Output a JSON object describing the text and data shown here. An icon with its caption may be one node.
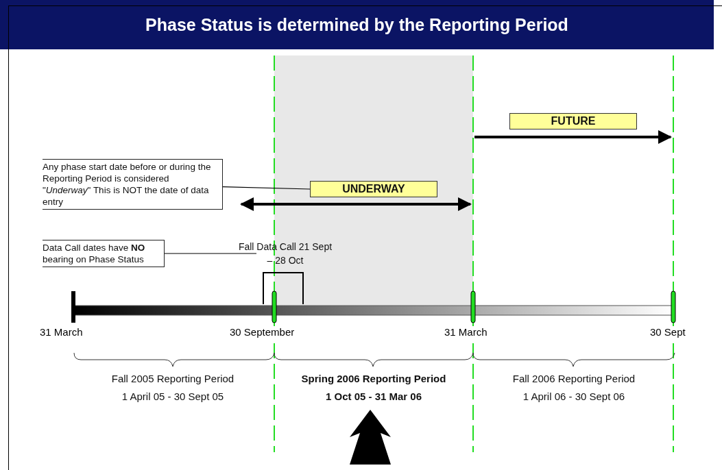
{
  "diagram": {
    "title": "Phase Status is determined by the Reporting Period",
    "nodes": [
      {
        "text": [
          "Any phase start date before or during the Reporting Period is considered \"*Underway*\" This is NOT the date of data entry"
        ]
      },
      {
        "text": [
          "UNDERWAY"
        ]
      },
      {
        "text": [
          "FUTURE"
        ]
      },
      {
        "text": [
          "Data Call dates have **NO** bearing on Phase Status"
        ]
      },
      {
        "text": [
          "Fall Data Call 21 Sept – 28 Oct"
        ]
      },
      {
        "text": [
          "Fall 2005 Reporting Period",
          "1 April 05 - 30 Sept 05"
        ]
      },
      {
        "text": [
          "Spring 2006 Reporting Period",
          "1 Oct 05 - 31 Mar 06"
        ]
      },
      {
        "text": [
          "Fall 2006 Reporting Period",
          "1 April 06 - 30 Sept 06"
        ]
      }
    ],
    "edges": [
      {
        "from": 0,
        "to": 1,
        "arrow": "none"
      },
      {
        "from": 3,
        "to": 4,
        "arrow": "none"
      },
      {
        "from": null,
        "to": 6,
        "arrow": "to",
        "style": "thick"
      }
    ],
    "labels": [
      "31 March",
      "30 September",
      "31 March",
      "30 Sept"
    ]
  }
}
